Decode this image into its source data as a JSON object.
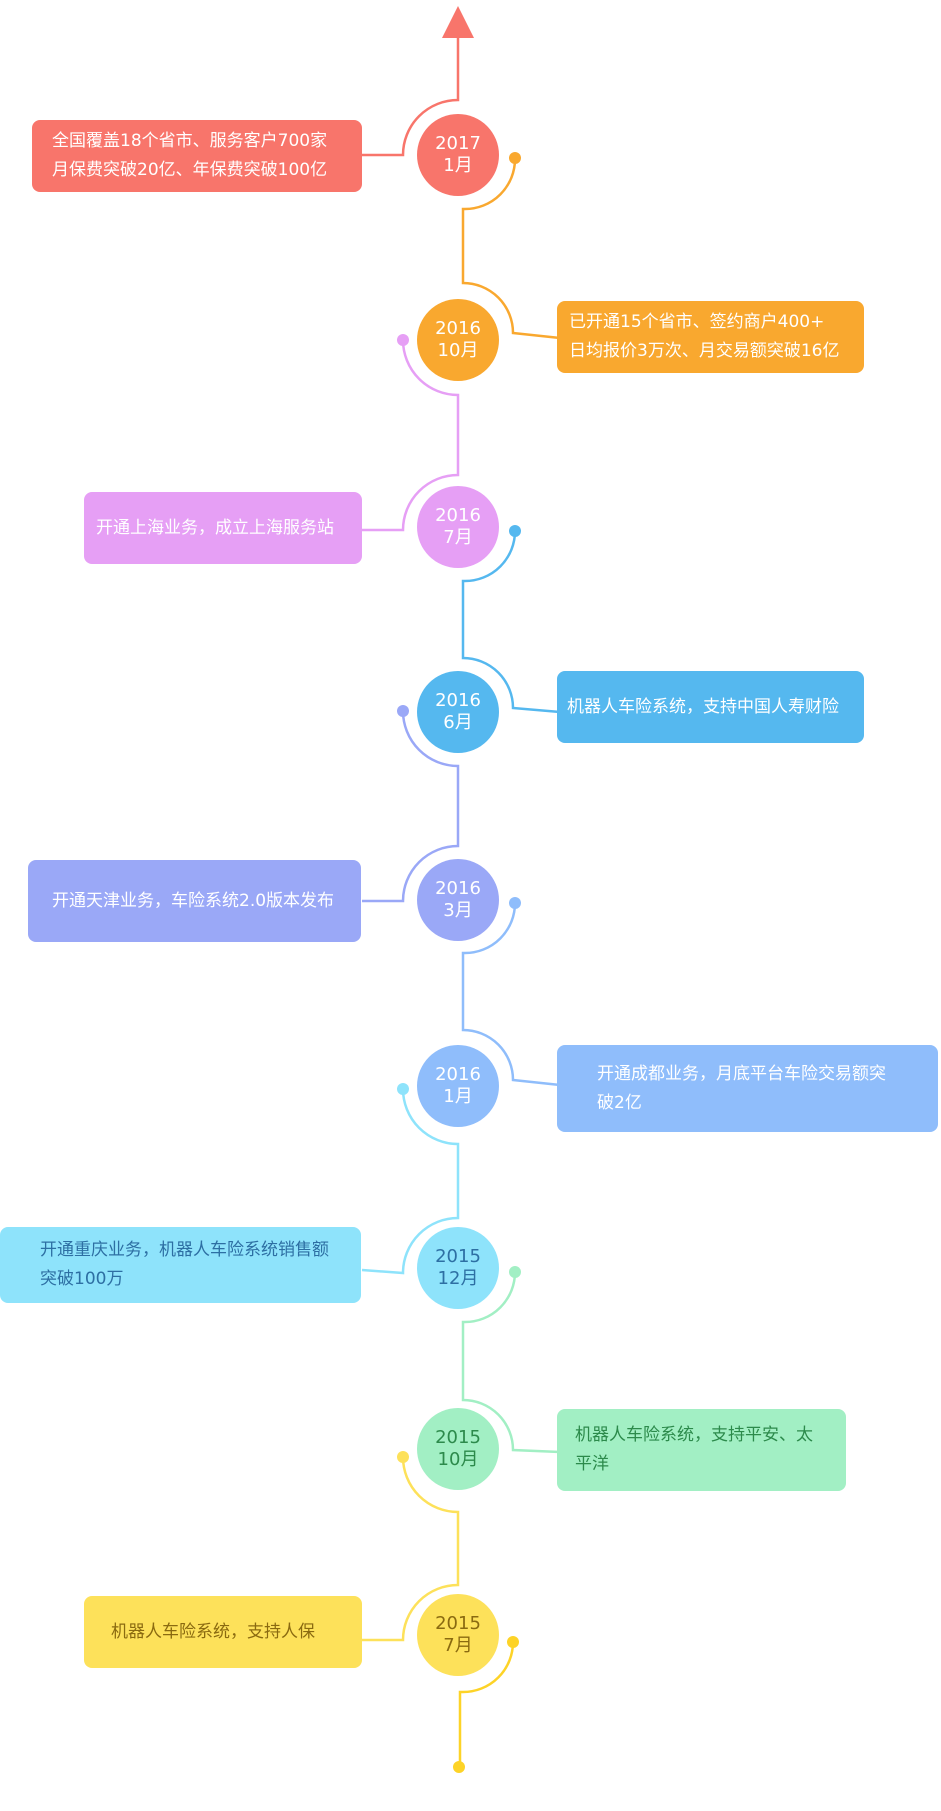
{
  "colors": {
    "red": "#f8756b",
    "orange": "#f9a82f",
    "pink": "#e69ff5",
    "blue": "#55b8ef",
    "periwinkle": "#9aa8f7",
    "lightblue": "#8fbdfb",
    "cyan": "#8ee3fb",
    "green": "#a2efc4",
    "yellow": "#fde15a"
  },
  "milestones": [
    {
      "year": "2017",
      "month": "1月",
      "text": "全国覆盖18个省市、服务客户700家\n月保费突破20亿、年保费突破100亿"
    },
    {
      "year": "2016",
      "month": "10月",
      "text": "已开通15个省市、签约商户400+\n日均报价3万次、月交易额突破16亿"
    },
    {
      "year": "2016",
      "month": "7月",
      "text": "开通上海业务，成立上海服务站"
    },
    {
      "year": "2016",
      "month": "6月",
      "text": "机器人车险系统，支持中国人寿财险"
    },
    {
      "year": "2016",
      "month": "3月",
      "text": "开通天津业务，车险系统2.0版本发布"
    },
    {
      "year": "2016",
      "month": "1月",
      "text": "开通成都业务，月底平台车险交易额突破2亿"
    },
    {
      "year": "2015",
      "month": "12月",
      "text": "开通重庆业务，机器人车险系统销售额突破100万"
    },
    {
      "year": "2015",
      "month": "10月",
      "text": "机器人车险系统，支持平安、太平洋"
    },
    {
      "year": "2015",
      "month": "7月",
      "text": "机器人车险系统，支持人保"
    }
  ]
}
